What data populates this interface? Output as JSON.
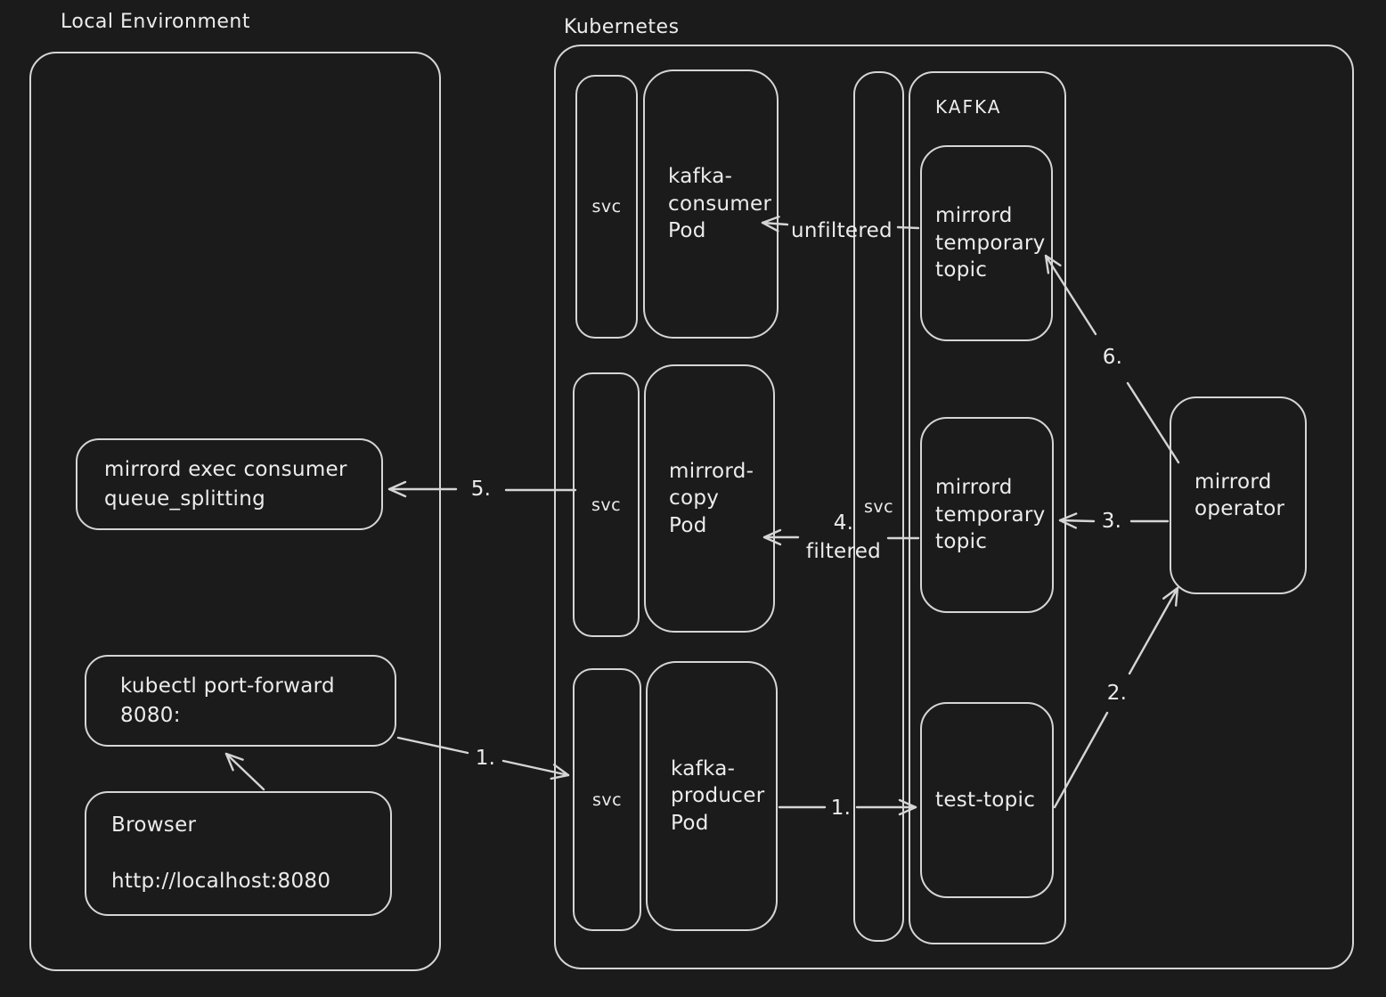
{
  "colors": {
    "background": "#1b1b1c",
    "stroke": "#d5d5d5",
    "text": "#ececec"
  },
  "local_environment": {
    "title": "Local Environment",
    "mirrord_exec_box": "mirrord exec consumer\nqueue_splitting",
    "kubectl_box": "kubectl port-forward\n8080:",
    "browser_box": "Browser\n\nhttp://localhost:8080"
  },
  "kubernetes": {
    "title": "Kubernetes",
    "groups": [
      {
        "svc": "svc",
        "pod": "kafka-\nconsumer\nPod"
      },
      {
        "svc": "svc",
        "pod": "mirrord-\ncopy\nPod"
      },
      {
        "svc": "svc",
        "pod": "kafka-\nproducer\nPod"
      }
    ],
    "tall_svc": "svc",
    "kafka": {
      "title": "KAFKA",
      "topic_top": "mirrord\ntemporary\ntopic",
      "topic_middle": "mirrord\ntemporary\ntopic",
      "topic_bottom": "test-topic"
    },
    "operator": "mirrord\noperator"
  },
  "arrows": {
    "step1_local": "1.",
    "step1_producer": "1.",
    "step2": "2.",
    "step3": "3.",
    "step4": "4.",
    "step4_filtered": "filtered",
    "step5": "5.",
    "step6": "6.",
    "unfiltered": "unfiltered"
  }
}
